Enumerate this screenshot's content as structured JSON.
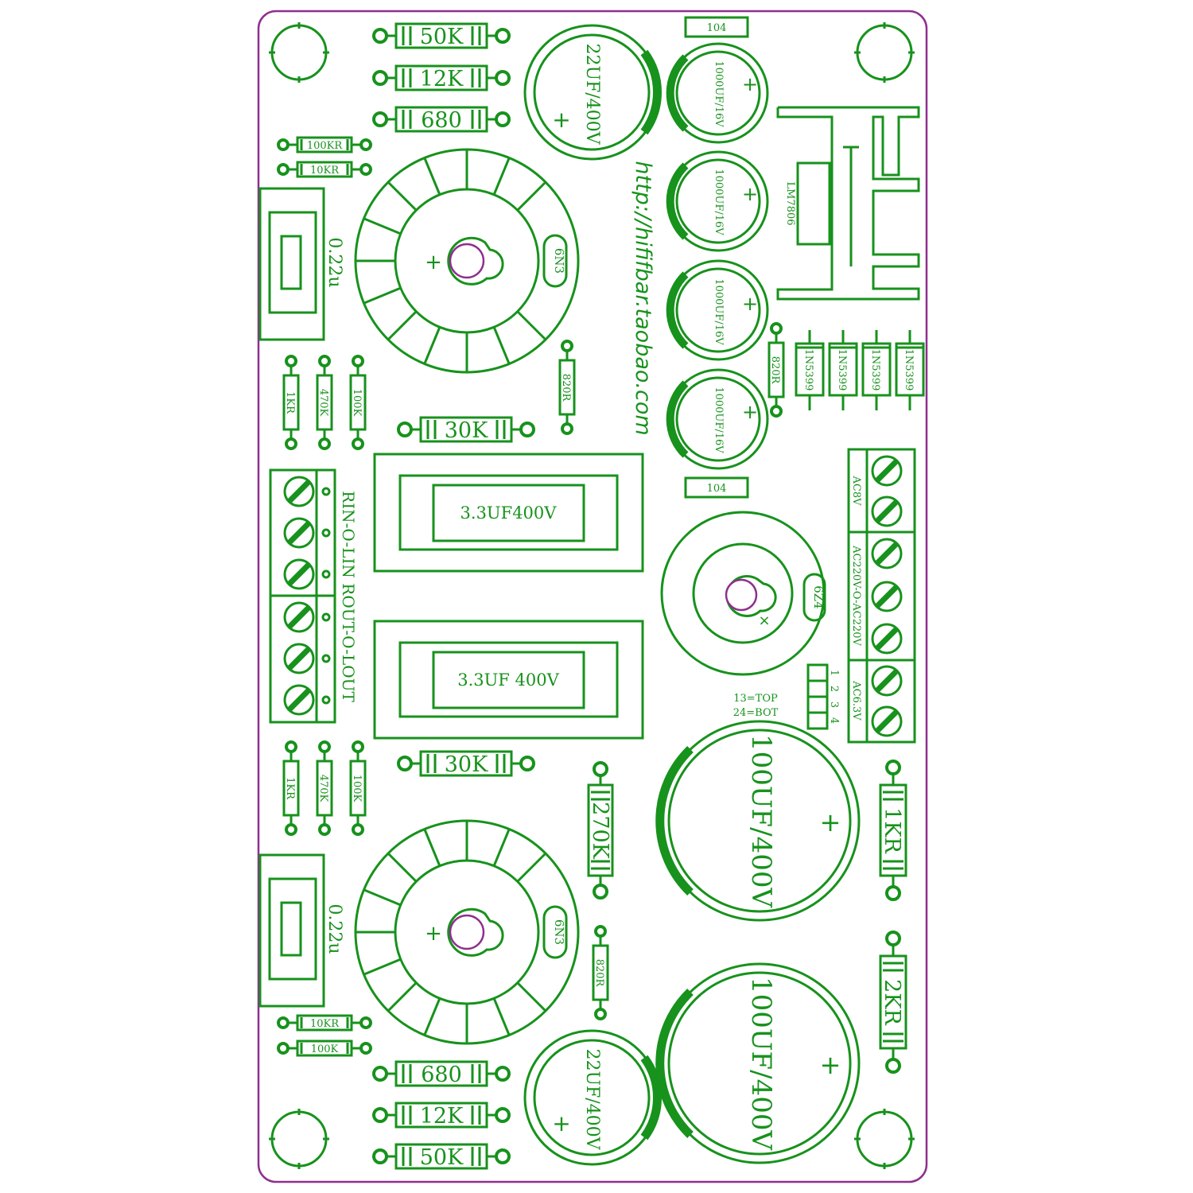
{
  "colors": {
    "silkscreen": "#17921c",
    "outline": "#8e2f8e",
    "background": "#ffffff"
  },
  "board": {
    "website": "http://hififbar.taobao.com"
  },
  "resistors_large": {
    "top": [
      "50K",
      "12K",
      "680"
    ],
    "bottom": [
      "680",
      "12K",
      "50K"
    ],
    "mid_upper": "30K",
    "mid_lower": "30K",
    "r270": "270K",
    "r1kr": "1KR",
    "r2kr": "2KR"
  },
  "resistors_small": {
    "top": [
      "100KR",
      "10KR"
    ],
    "bottom": [
      "10KR",
      "100K"
    ],
    "upper_vertical": [
      "1KR",
      "470K",
      "100K"
    ],
    "lower_vertical": [
      "1KR",
      "470K",
      "100K"
    ],
    "r820_upper": "820R",
    "r820_lower": "820R",
    "r820_right": "820R"
  },
  "capacitors": {
    "c22_top": "22UF/400V",
    "c22_bottom": "22UF/400V",
    "c1000": [
      "1000UF/16V",
      "1000UF/16V",
      "1000UF/16V",
      "1000UF/16V"
    ],
    "c100_upper": "100UF/400V",
    "c100_lower": "100UF/400V",
    "film_upper": "3.3UF400V",
    "film_lower": "3.3UF  400V",
    "c022_upper": "0.22u",
    "c022_lower": "0.22u",
    "c104_top": "104",
    "c104_mid": "104",
    "plus": "+"
  },
  "tubes": {
    "upper": "6N3",
    "lower": "6N3",
    "rectifier": "6Z4"
  },
  "regulator": "LM7806",
  "diodes": [
    "1N5399",
    "1N5399",
    "1N5399",
    "1N5399"
  ],
  "connectors": {
    "signal_label": "RIN-O-LIN  ROUT-O-LOUT",
    "ac8v": "AC8V",
    "ac220": "AC220V-O-AC220V",
    "ac63v": "AC6.3V"
  },
  "jumper": {
    "numbers": [
      "1",
      "2",
      "3",
      "4"
    ],
    "legend_top": "13=TOP",
    "legend_bot": "24=BOT"
  }
}
